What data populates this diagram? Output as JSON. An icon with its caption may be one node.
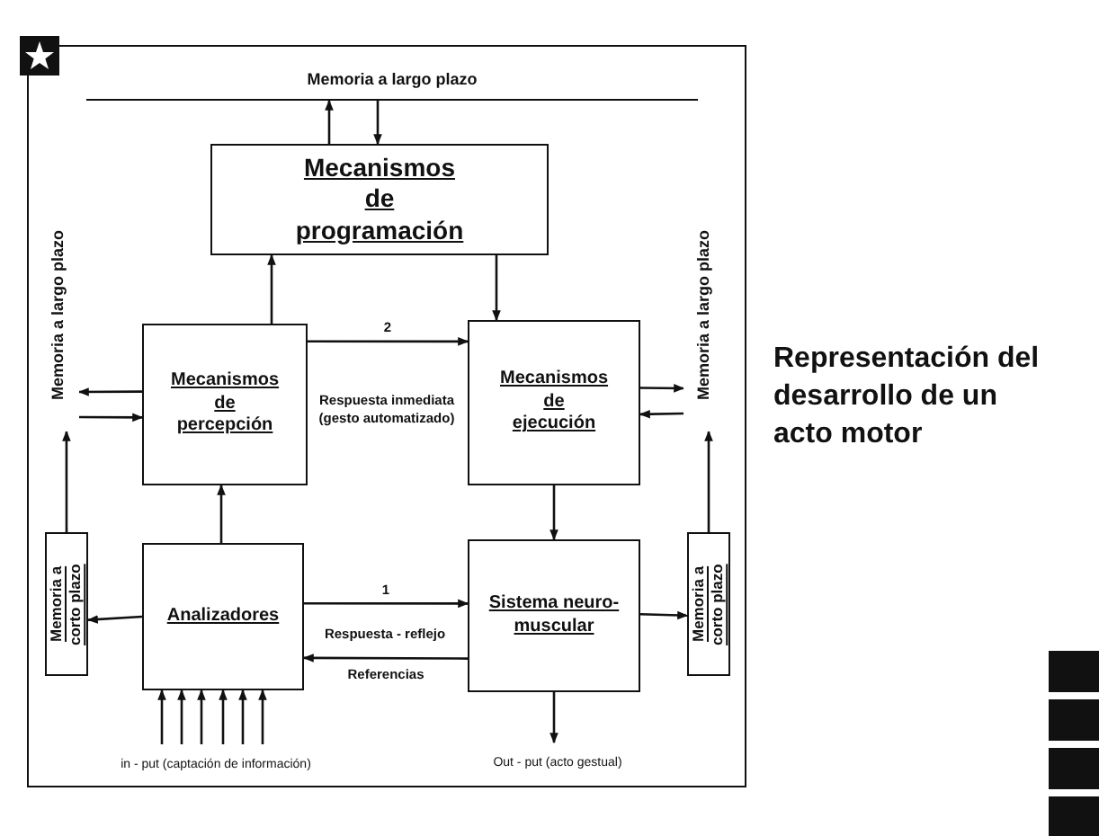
{
  "diagram": {
    "title": "Representación del desarrollo de un acto motor",
    "nodes": [
      {
        "text": [
          "Memoria a largo plazo"
        ]
      },
      {
        "text": [
          "Mecanismos de programación"
        ]
      },
      {
        "text": [
          "Mecanismos de percepción"
        ]
      },
      {
        "text": [
          "Mecanismos de ejecución"
        ]
      },
      {
        "text": [
          "Memoria a largo plazo"
        ]
      },
      {
        "text": [
          "Memoria a largo plazo"
        ]
      },
      {
        "text": [
          "Analizadores"
        ]
      },
      {
        "text": [
          "Sistema neuro-muscular"
        ]
      },
      {
        "text": [
          "Memoria a corto plazo"
        ]
      },
      {
        "text": [
          "Memoria a corto plazo"
        ]
      },
      {
        "text": [
          "in - put (captación de información)"
        ]
      },
      {
        "text": [
          "Out - put (acto gestual)"
        ]
      }
    ],
    "edges": [
      {
        "from": 1,
        "to": 0,
        "arrow": "to"
      },
      {
        "from": 0,
        "to": 1,
        "arrow": "to"
      },
      {
        "from": 2,
        "to": 1,
        "arrow": "to"
      },
      {
        "from": 1,
        "to": 3,
        "arrow": "to"
      },
      {
        "from": 2,
        "to": 4,
        "arrow": "to"
      },
      {
        "from": 4,
        "to": 2,
        "arrow": "to"
      },
      {
        "from": 3,
        "to": 5,
        "arrow": "to"
      },
      {
        "from": 5,
        "to": 3,
        "arrow": "to"
      },
      {
        "from": 2,
        "to": 3,
        "arrow": "to",
        "label": "2"
      },
      {
        "from": 6,
        "to": 2,
        "arrow": "to"
      },
      {
        "from": 3,
        "to": 7,
        "arrow": "to"
      },
      {
        "from": 6,
        "to": 7,
        "arrow": "to",
        "label": "1"
      },
      {
        "from": 7,
        "to": 6,
        "arrow": "to",
        "label": "Referencias"
      },
      {
        "from": 6,
        "to": 8,
        "arrow": "to"
      },
      {
        "from": 8,
        "to": 4,
        "arrow": "to"
      },
      {
        "from": 7,
        "to": 9,
        "arrow": "to"
      },
      {
        "from": 9,
        "to": 5,
        "arrow": "to"
      },
      {
        "from": 10,
        "to": 6,
        "arrow": "to"
      },
      {
        "from": 10,
        "to": 6,
        "arrow": "to"
      },
      {
        "from": 10,
        "to": 6,
        "arrow": "to"
      },
      {
        "from": 10,
        "to": 6,
        "arrow": "to"
      },
      {
        "from": 10,
        "to": 6,
        "arrow": "to"
      },
      {
        "from": 10,
        "to": 6,
        "arrow": "to"
      },
      {
        "from": 7,
        "to": 11,
        "arrow": "to"
      }
    ],
    "labels": [
      "Respuesta inmediata (gesto automatizado)",
      "Respuesta - reflejo"
    ]
  }
}
